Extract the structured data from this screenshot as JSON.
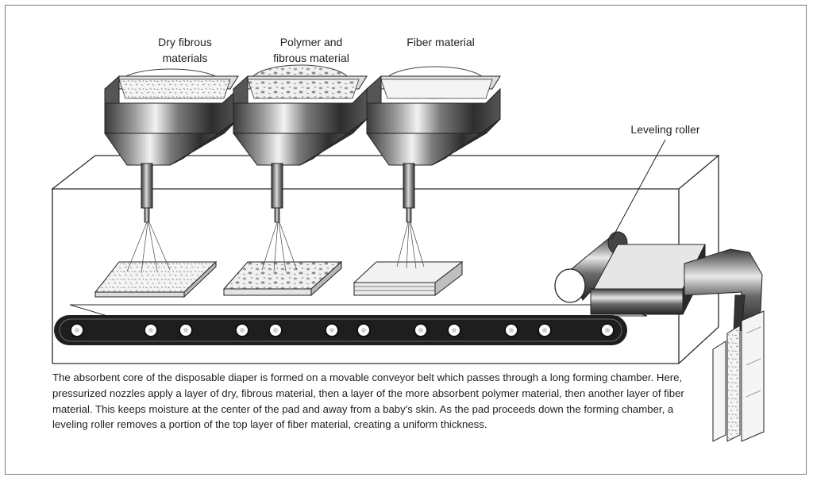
{
  "labels": {
    "hopper1": [
      "Dry fibrous",
      "materials"
    ],
    "hopper2": [
      "Polymer and",
      "fibrous material"
    ],
    "hopper3": [
      "Fiber material"
    ],
    "roller": "Leveling roller"
  },
  "caption": "The absorbent core of the disposable diaper is formed on a movable conveyor belt which passes through a long forming chamber. Here, pressurized nozzles apply a layer of dry, fibrous material, then a layer of the more absorbent polymer material, then another layer of fiber material. This keeps moisture at the center of the pad and away from a baby's skin. As the pad proceeds down the forming chamber, a leveling roller removes a portion of the top layer of fiber material, creating a uniform thickness."
}
